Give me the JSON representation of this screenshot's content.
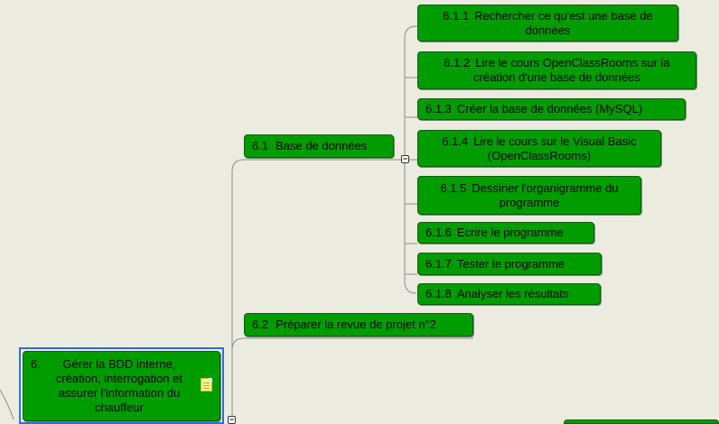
{
  "root": {
    "number": "6.",
    "text": "Gérer la BDD interne, création, interrogation et assurer l'information du chauffeur"
  },
  "branches": [
    {
      "number": "6.1",
      "label": "Base de données",
      "children": [
        {
          "number": "6.1.1",
          "label": "Rechercher ce qu'est une base de données"
        },
        {
          "number": "6.1.2",
          "label": "Lire le cours OpenClassRooms sur la création d'une base de données"
        },
        {
          "number": "6.1.3",
          "label": "Créer la base de données (MySQL)"
        },
        {
          "number": "6.1.4",
          "label": "Lire le cours sur le Visual Basic (OpenClassRooms)"
        },
        {
          "number": "6.1.5",
          "label": "Dessiner l'organigramme du programme"
        },
        {
          "number": "6.1.6",
          "label": "Ecrire le programme"
        },
        {
          "number": "6.1.7",
          "label": "Tester le programme"
        },
        {
          "number": "6.1.8",
          "label": "Analyser les résultats"
        }
      ]
    },
    {
      "number": "6.2",
      "label": "Préparer la revue de projet n°2"
    }
  ],
  "collapse_glyph": "−",
  "colors": {
    "node": "#009c00",
    "selection": "#2b6fe0",
    "background": "#ecebe0"
  }
}
